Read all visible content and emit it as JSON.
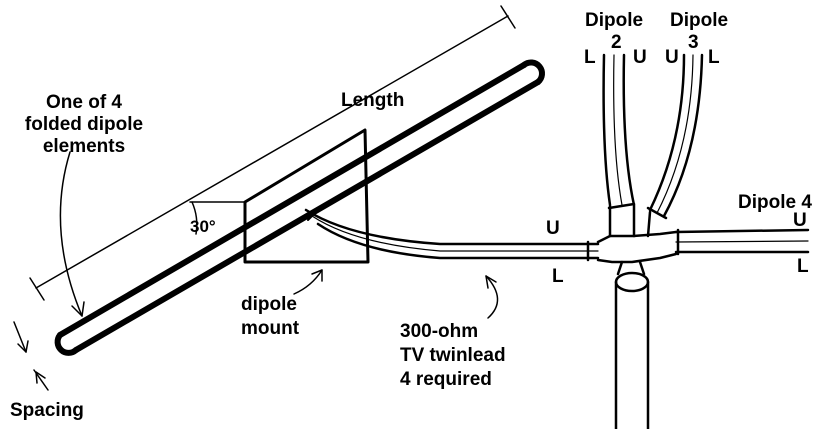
{
  "labels": {
    "element_line1": "One of 4",
    "element_line2": "folded dipole",
    "element_line3": "elements",
    "length": "Length",
    "angle": "30°",
    "mount_line1": "dipole",
    "mount_line2": "mount",
    "spacing": "Spacing",
    "twinlead_line1": "300-ohm",
    "twinlead_line2": "TV twinlead",
    "twinlead_line3": "4 required",
    "dipole2_name": "Dipole",
    "dipole2_num": "2",
    "dipole3_name": "Dipole",
    "dipole3_num": "3",
    "dipole4": "Dipole 4",
    "d2_left": "L",
    "d2_right": "U",
    "d3_left": "U",
    "d3_right": "L",
    "d4_upper": "U",
    "d4_lower": "L",
    "feed_upper": "U",
    "feed_lower": "L"
  },
  "icons": [
    "folded-dipole-element",
    "dipole-mount",
    "twinlead-cable",
    "mast",
    "junction-plate"
  ],
  "colors": {
    "ink": "#000000",
    "background": "#ffffff"
  }
}
